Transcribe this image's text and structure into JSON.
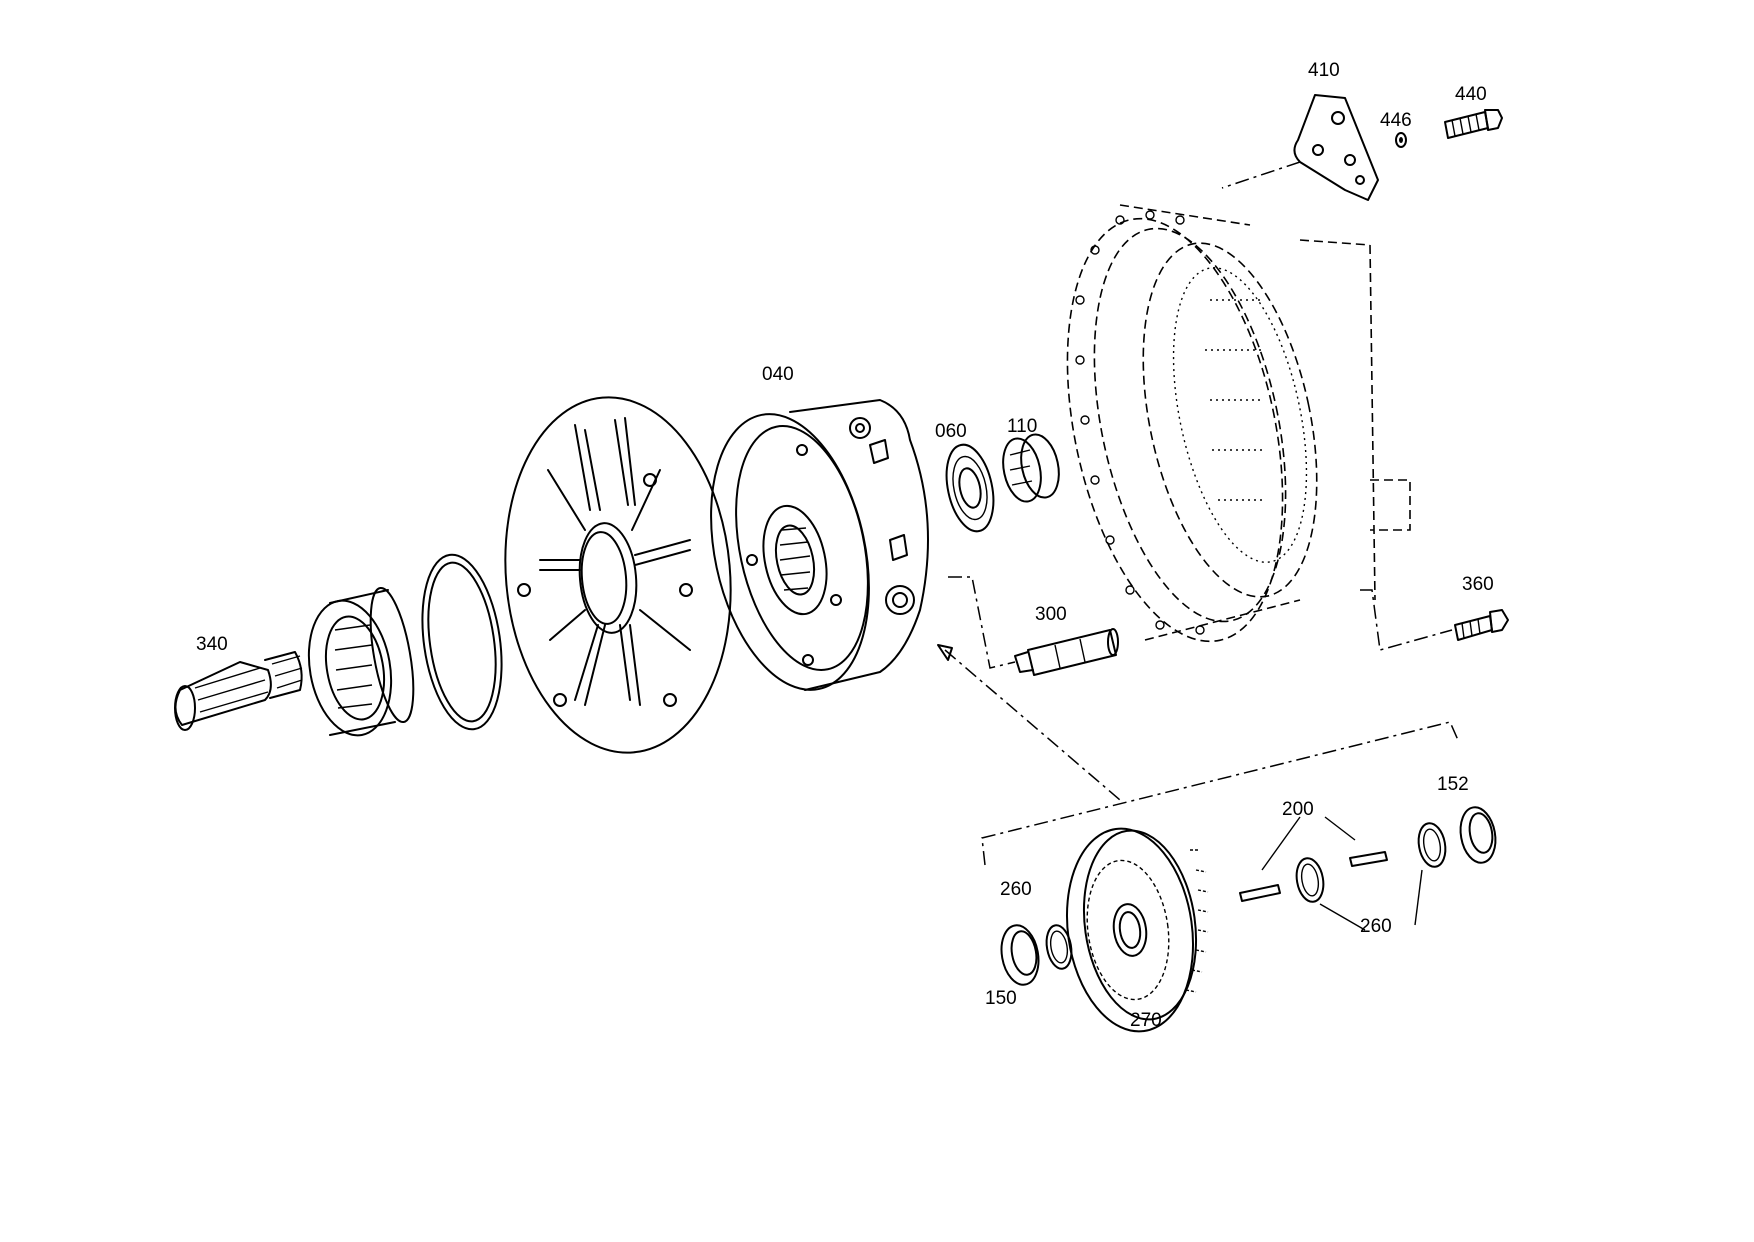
{
  "parts": {
    "p040": "040",
    "p060": "060",
    "p110": "110",
    "p150": "150",
    "p152": "152",
    "p200": "200",
    "p260a": "260",
    "p260b": "260",
    "p270": "270",
    "p300": "300",
    "p340": "340",
    "p360": "360",
    "p410": "410",
    "p440": "440",
    "p446": "446"
  }
}
